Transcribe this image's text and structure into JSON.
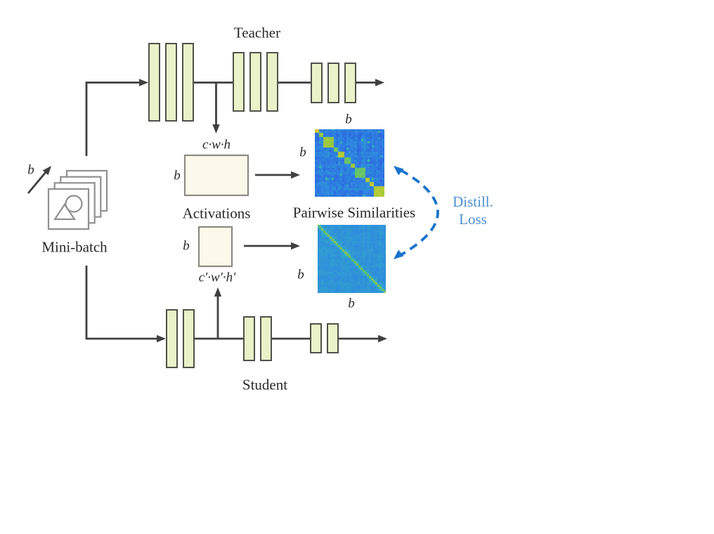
{
  "figure": {
    "teacher_label": "Teacher",
    "student_label": "Student",
    "minibatch_label": "Mini-batch",
    "activations_label": "Activations",
    "pairwise_label": "Pairwise Similarities",
    "distill_loss_line1": "Distill.",
    "distill_loss_line2": "Loss",
    "batch_symbol": "b",
    "teacher_activation_dims": "c·w·h",
    "student_activation_dims": "c′·w′·h′"
  },
  "colors": {
    "background": "#ffffff",
    "text": "#2a2a2a",
    "layer_fill": "#eaf2ca",
    "layer_stroke": "#50514a",
    "activation_fill": "#fcf9ea",
    "activation_stroke": "#8b8b84",
    "flow_line": "#404040",
    "icon_stroke": "#909090",
    "loss_arc": "#1a73cc",
    "loss_text": "#4a8fd3"
  },
  "heatmaps": {
    "colormap_stops": [
      [
        0,
        "#2b5fdd"
      ],
      [
        0.25,
        "#2e85e2"
      ],
      [
        0.45,
        "#31a6cd"
      ],
      [
        0.6,
        "#3fbfa0"
      ],
      [
        0.72,
        "#67c465"
      ],
      [
        0.85,
        "#a4cb3c"
      ],
      [
        1,
        "#d9ca28"
      ]
    ],
    "teacher": {
      "grid": 33,
      "seed": 9,
      "base": 0.1,
      "noise": 0.2,
      "streak": 0.09,
      "max_block": 5,
      "diag_lo": 0.7,
      "diag_hi": 1.0,
      "speck": 0.02,
      "style": "blocky"
    },
    "student": {
      "grid": 33,
      "seed": 41,
      "base": 0.3,
      "noise": 0.09,
      "streak": 0.04,
      "max_block": 4,
      "diag_lo": 0.72,
      "diag_hi": 0.82,
      "block_boost": 0.06,
      "style": "smooth"
    }
  }
}
